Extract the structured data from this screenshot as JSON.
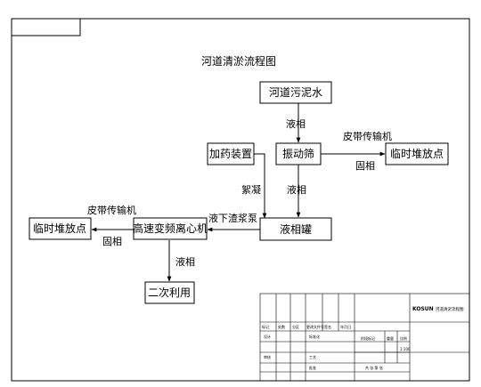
{
  "title": "河道清淤流程图",
  "nodes": {
    "source": "河道污泥水",
    "screen": "振动筛",
    "dosing": "加药装置",
    "storage_right": "临时堆放点",
    "tank": "液相罐",
    "centrifuge": "高速变频离心机",
    "storage_left": "临时堆放点",
    "reuse": "二次利用"
  },
  "labels": {
    "liquid1": "液相",
    "belt_right": "皮带传输机",
    "solid_right": "固相",
    "flocculate": "絮凝",
    "liquid2": "液相",
    "slurry_pump": "液下渣浆泵",
    "belt_left": "皮带传输机",
    "solid_left": "固相",
    "liquid3": "液相"
  },
  "title_block": {
    "company": "KOSUN",
    "drawing_name": "河道清淤流程图",
    "row1": [
      "标记",
      "处数",
      "分区",
      "更改文件号",
      "签名",
      "年月日"
    ],
    "row2_a": "设计",
    "row2_b": "标准化",
    "row2_c": "阶段标记",
    "row2_d": "重量",
    "row2_e": "比例",
    "row3_a": "审核",
    "row3_b": "工艺",
    "row3_c": "批准",
    "sheet": "共 张 第 张",
    "scale": "1:100"
  }
}
